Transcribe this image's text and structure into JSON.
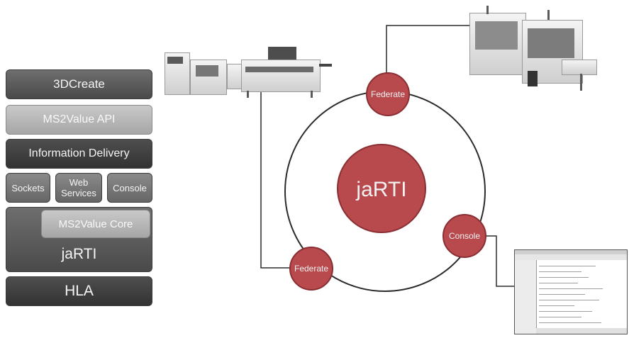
{
  "stack": {
    "create3d": "3DCreate",
    "api": "MS2Value API",
    "delivery": "Information Delivery",
    "sockets": "Sockets",
    "web_services_1": "Web",
    "web_services_2": "Services",
    "console": "Console",
    "core": "MS2Value Core",
    "jarti": "jaRTI",
    "hla": "HLA"
  },
  "ring": {
    "center": "jaRTI",
    "federate_top": "Federate",
    "federate_bottom": "Federate",
    "console": "Console"
  },
  "colors": {
    "node_fill": "#b8494d",
    "node_border": "#8a2f33",
    "ring_stroke": "#2b2b2b",
    "connector": "#2b2b2b"
  },
  "illustrations": {
    "conveyor_line": "assembly-line-machine",
    "enclosed_cells": "enclosed-workcell-machines",
    "console_window": "console-screenshot"
  }
}
